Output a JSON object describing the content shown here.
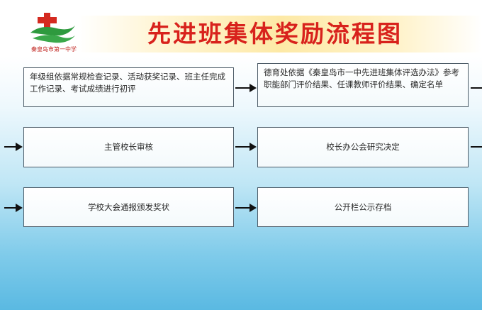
{
  "header": {
    "title": "先进班集体奖励流程图",
    "school_name": "秦皇岛市第一中学",
    "accent_color": "#d8221c"
  },
  "flow": {
    "step1": "年级组依据常规检查记录、活动获奖记录、班主任完成工作记录、考试成绩进行初评",
    "step2": "德育处依据《秦皇岛市一中先进班集体评选办法》参考职能部门评价结果、任课教师评价结果、确定名单",
    "step3": "主管校长审核",
    "step4": "校长办公会研究决定",
    "step5": "学校大会通报颁发奖状",
    "step6": "公开栏公示存档"
  }
}
